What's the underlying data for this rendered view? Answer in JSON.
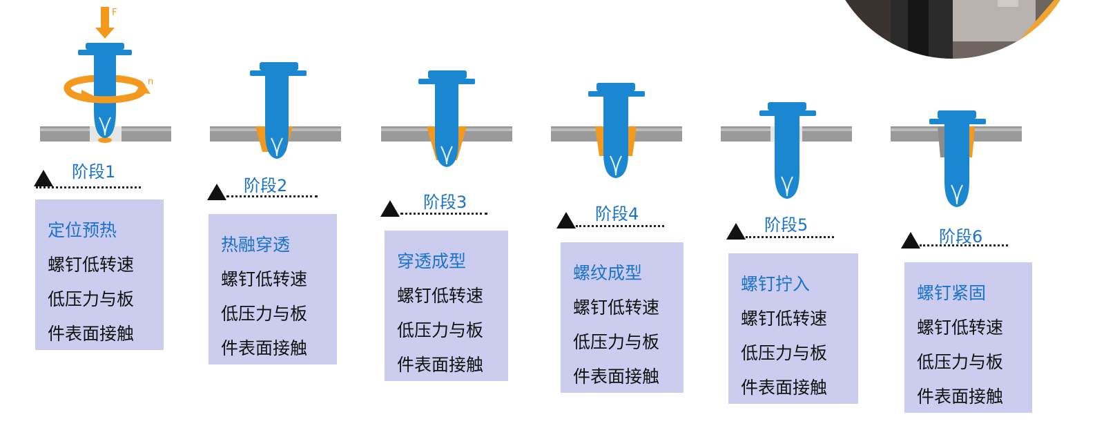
{
  "force_label": "F",
  "rotation_label": "n",
  "stages": [
    {
      "label": "阶段1",
      "title": "定位预热",
      "lines": [
        "螺钉低转速",
        "低压力与板",
        "件表面接触"
      ]
    },
    {
      "label": "阶段2",
      "title": "热融穿透",
      "lines": [
        "螺钉低转速",
        "低压力与板",
        "件表面接触"
      ]
    },
    {
      "label": "阶段3",
      "title": "穿透成型",
      "lines": [
        "螺钉低转速",
        "低压力与板",
        "件表面接触"
      ]
    },
    {
      "label": "阶段4",
      "title": "螺纹成型",
      "lines": [
        "螺钉低转速",
        "低压力与板",
        "件表面接触"
      ]
    },
    {
      "label": "阶段5",
      "title": "螺钉拧入",
      "lines": [
        "螺钉低转速",
        "低压力与板",
        "件表面接触"
      ]
    },
    {
      "label": "阶段6",
      "title": "螺钉紧固",
      "lines": [
        "螺钉低转速",
        "低压力与板",
        "件表面接触"
      ]
    }
  ],
  "colors": {
    "screw": "#1b87d0",
    "screw_dark": "#0f5f9e",
    "plate": "#9a9a9a",
    "melt": "#f39a1e",
    "arrow": "#f39a1e",
    "label_blue": "#1a73c9",
    "box": "#cccdee"
  }
}
